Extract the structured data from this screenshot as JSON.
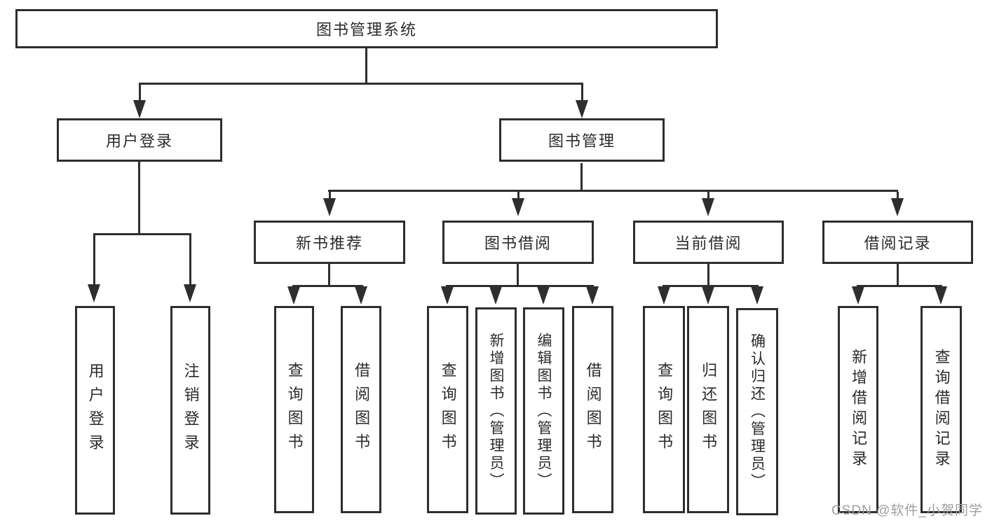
{
  "diagram": {
    "root": {
      "label": "图书管理系统"
    },
    "level1": [
      {
        "label": "用户登录"
      },
      {
        "label": "图书管理"
      }
    ],
    "level2": [
      {
        "label": "新书推荐",
        "parent": "图书管理"
      },
      {
        "label": "图书借阅",
        "parent": "图书管理"
      },
      {
        "label": "当前借阅",
        "parent": "图书管理"
      },
      {
        "label": "借阅记录",
        "parent": "图书管理"
      }
    ],
    "leaves": [
      {
        "label": "用户登录",
        "parent": "用户登录"
      },
      {
        "label": "注销登录",
        "parent": "用户登录"
      },
      {
        "label": "查询图书",
        "parent": "新书推荐"
      },
      {
        "label": "借阅图书",
        "parent": "新书推荐"
      },
      {
        "label": "查询图书",
        "parent": "图书借阅"
      },
      {
        "label": "新增图书（管理员）",
        "parent": "图书借阅"
      },
      {
        "label": "编辑图书（管理员）",
        "parent": "图书借阅"
      },
      {
        "label": "借阅图书",
        "parent": "图书借阅"
      },
      {
        "label": "查询图书",
        "parent": "当前借阅"
      },
      {
        "label": "归还图书",
        "parent": "当前借阅"
      },
      {
        "label": "确认归还（管理员）",
        "parent": "当前借阅"
      },
      {
        "label": "新增借阅记录",
        "parent": "借阅记录"
      },
      {
        "label": "查询借阅记录",
        "parent": "借阅记录"
      }
    ]
  },
  "watermark": {
    "text": "CSDN @软件_小贺同学"
  },
  "colors": {
    "line": "#2e2e2e",
    "box_border": "#2e2e2e",
    "box_background": "#ffffff",
    "text": "#2b2b2b",
    "watermark": "#9e9e9e",
    "page_background": "#ffffff"
  }
}
